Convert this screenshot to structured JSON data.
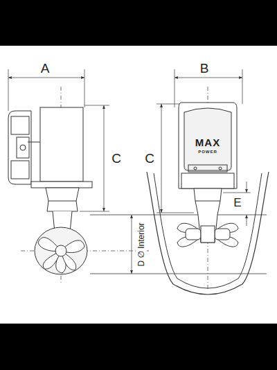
{
  "diagram": {
    "labels": [
      "A",
      "B",
      "C",
      "C",
      "D ∅ Interior",
      "E",
      "MAX",
      "POWER"
    ]
  }
}
